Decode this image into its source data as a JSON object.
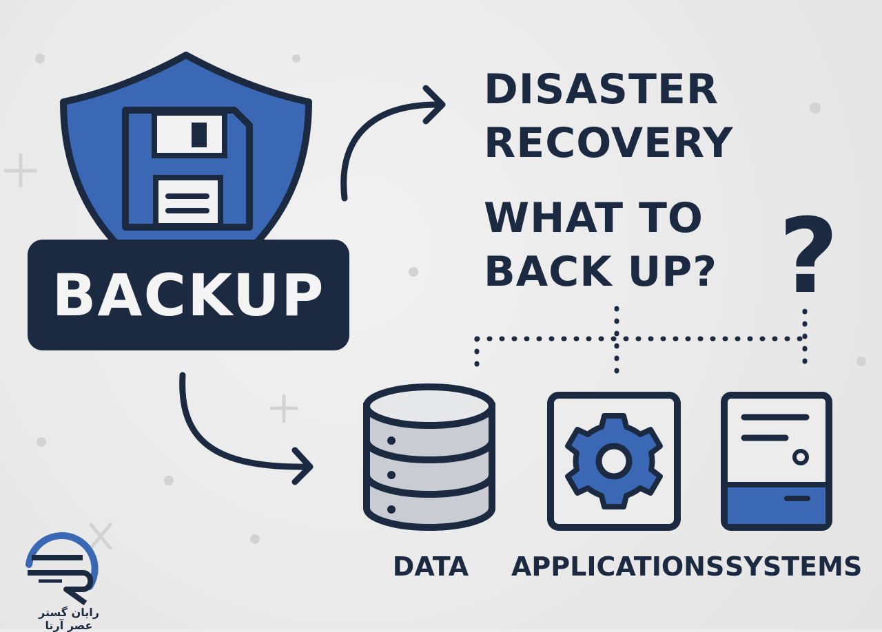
{
  "backup_label": "BACKUP",
  "headline_recovery": [
    "DISASTER",
    "RECOVERY"
  ],
  "headline_question": [
    "WHAT TO",
    "BACK UP?"
  ],
  "question_mark": "?",
  "categories": [
    {
      "label": "DATA",
      "icon": "database-icon"
    },
    {
      "label": "APPLICATIONS",
      "icon": "gear-icon"
    },
    {
      "label": "SYSTEMS",
      "icon": "server-icon"
    }
  ],
  "logo": {
    "text": "رایان گستر عصر آرتا"
  },
  "colors": {
    "navy": "#1b2a40",
    "blue": "#3a68b4",
    "light_gray": "#c9ccd2",
    "background": "#ececec"
  }
}
